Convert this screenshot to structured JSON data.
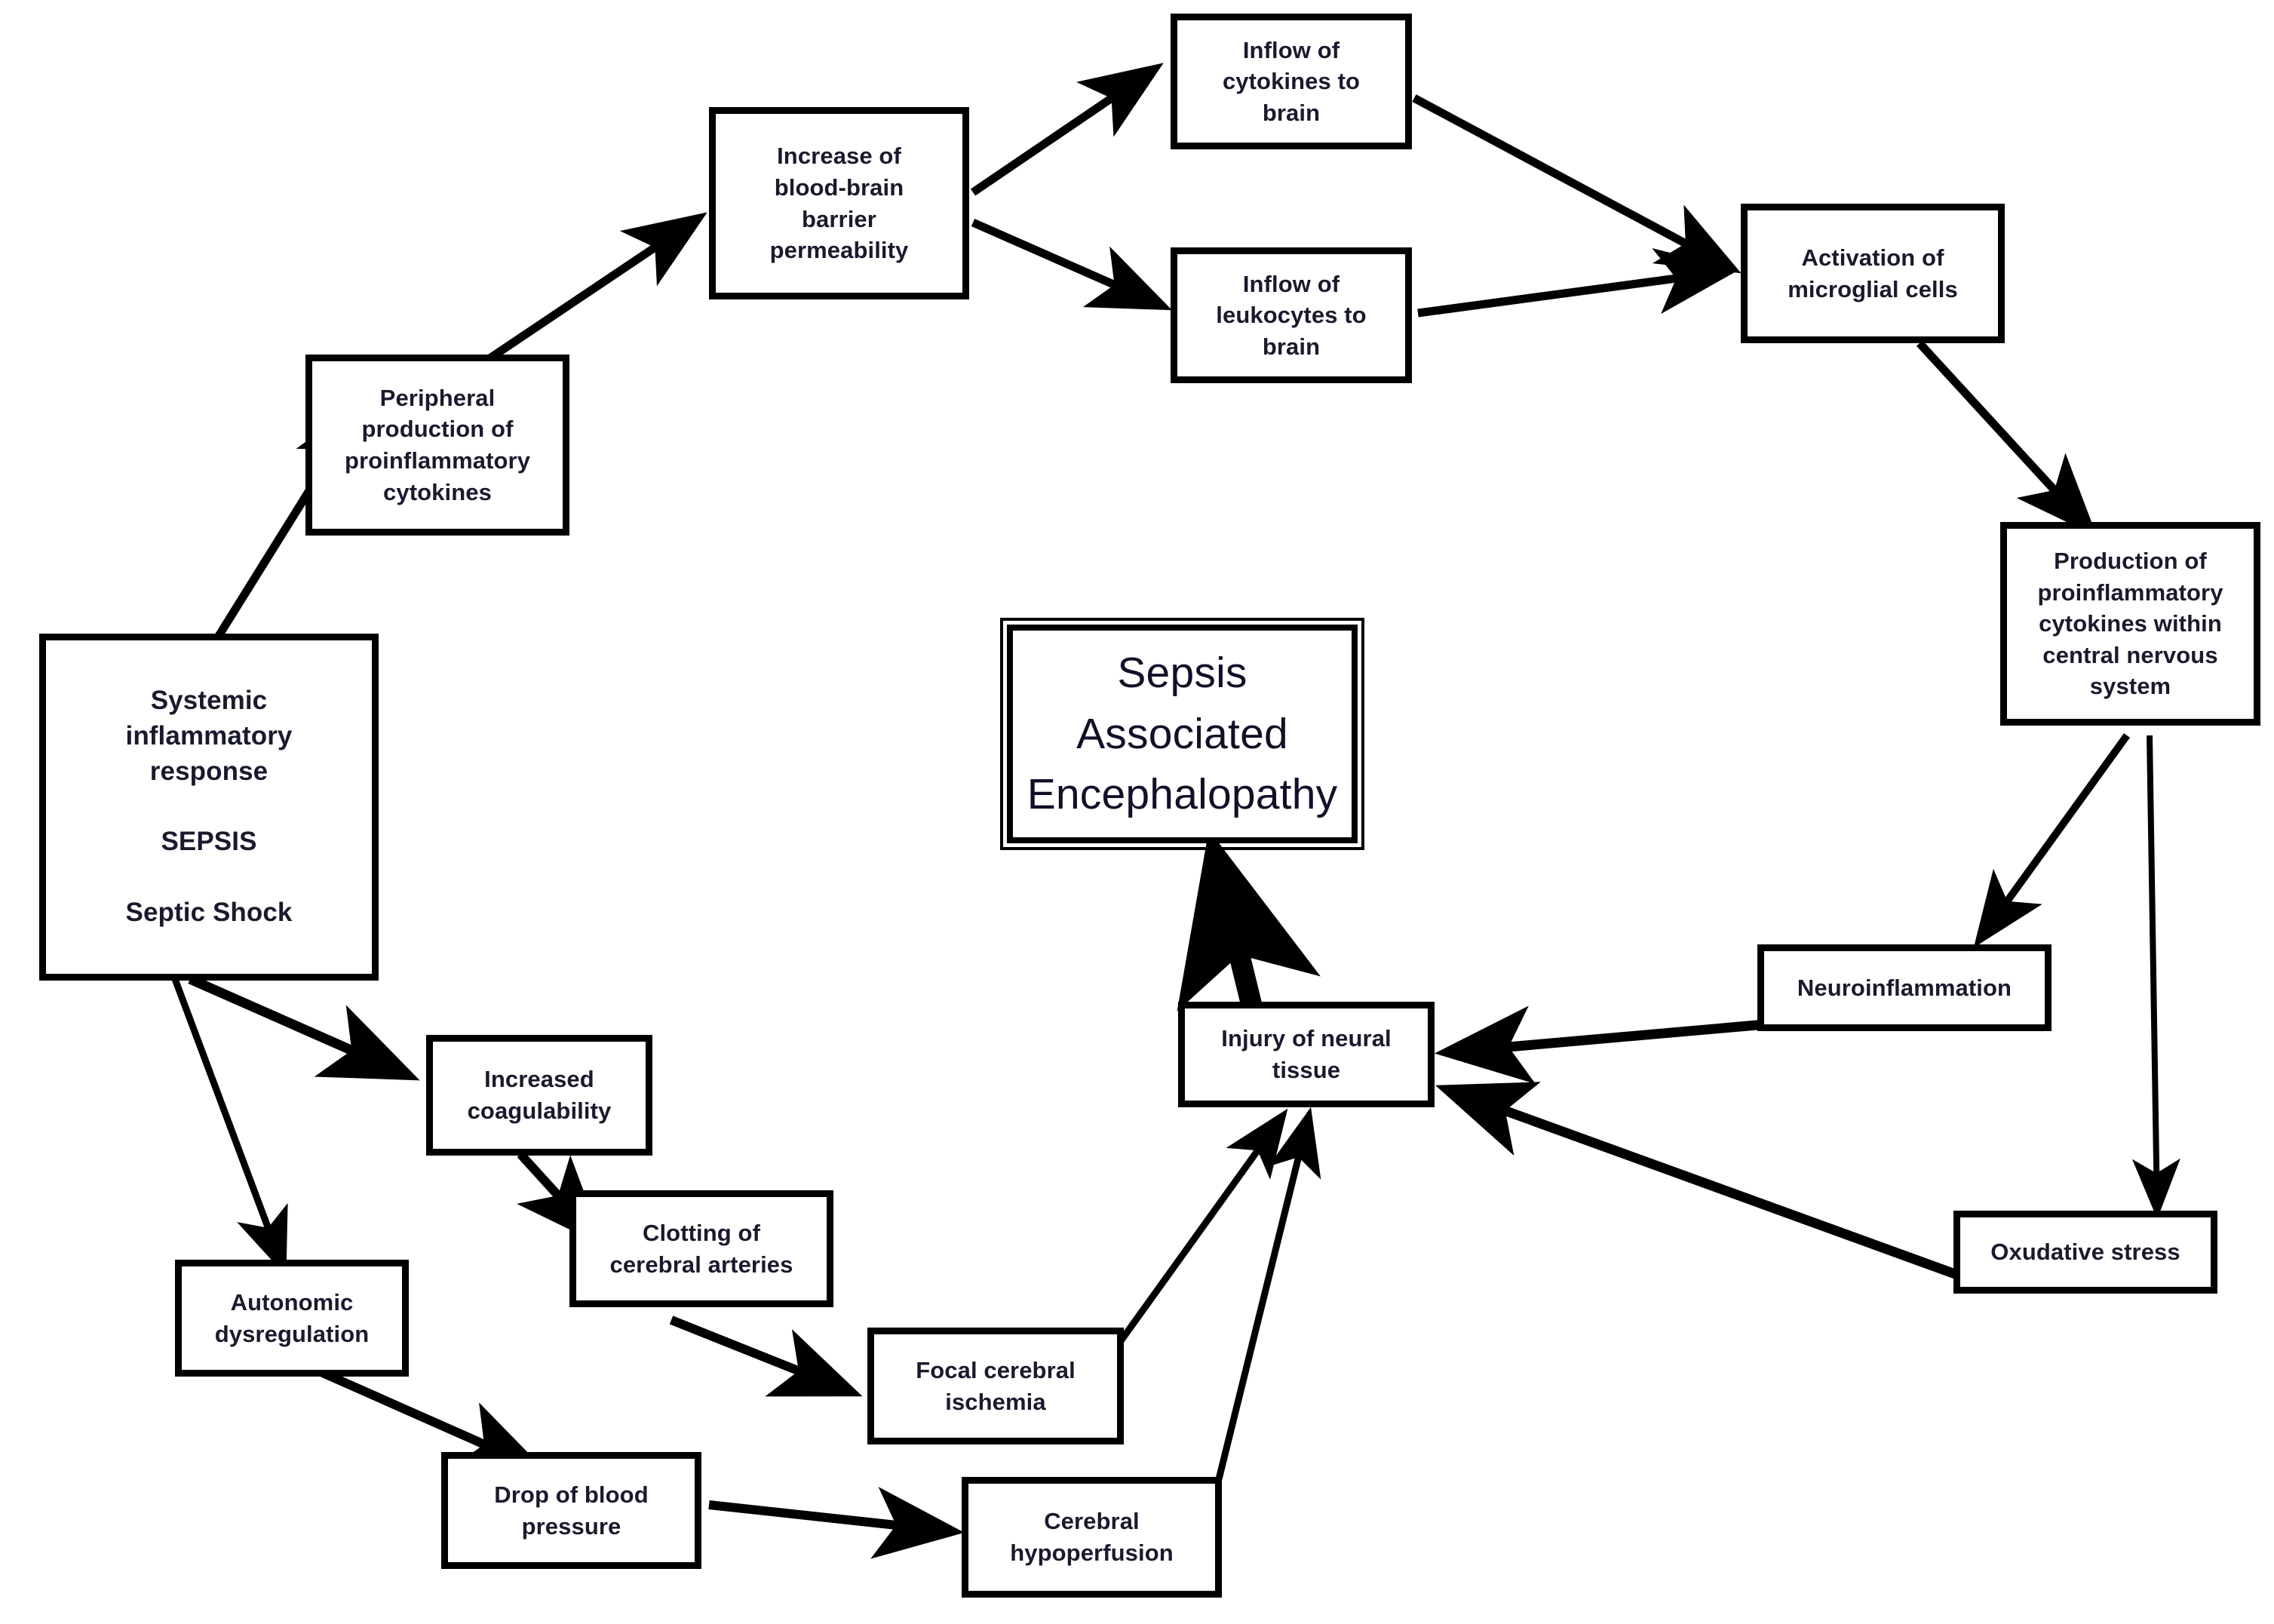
{
  "diagram": {
    "title": "Sepsis Associated Encephalopathy pathophysiology flowchart",
    "type": "flowchart",
    "line_color": "#000000",
    "box_border_color": "#000000",
    "box_fill_color": "#ffffff",
    "text_color": "#1a1a2e"
  },
  "nodes": [
    {
      "id": "systemic",
      "label": "Systemic\ninflammatory\nresponse\n\nSEPSIS\n\nSeptic Shock"
    },
    {
      "id": "peripheral",
      "label": "Peripheral\nproduction of\nproinflammatory\ncytokines"
    },
    {
      "id": "bbb",
      "label": "Increase of\nblood-brain\nbarrier\npermeability"
    },
    {
      "id": "inflow_cyto",
      "label": "Inflow of\ncytokines to\nbrain"
    },
    {
      "id": "inflow_leuko",
      "label": "Inflow of\nleukocytes to\nbrain"
    },
    {
      "id": "microglia",
      "label": "Activation of\nmicroglial cells"
    },
    {
      "id": "cns_production",
      "label": "Production of\nproinflammatory\ncytokines within\ncentral nervous\nsystem"
    },
    {
      "id": "neuroinflam",
      "label": "Neuroinflammation"
    },
    {
      "id": "oxidative",
      "label": "Oxudative stress"
    },
    {
      "id": "injury",
      "label": "Injury of neural\ntissue"
    },
    {
      "id": "sae",
      "label": "Sepsis\nAssociated\nEncephalopathy"
    },
    {
      "id": "coagulability",
      "label": "Increased\ncoagulability"
    },
    {
      "id": "clotting",
      "label": "Clotting of\ncerebral arteries"
    },
    {
      "id": "focal",
      "label": "Focal cerebral\nischemia"
    },
    {
      "id": "autonomic",
      "label": "Autonomic\ndysregulation"
    },
    {
      "id": "bp_drop",
      "label": "Drop of blood\npressure"
    },
    {
      "id": "hypoperfusion",
      "label": "Cerebral\nhypoperfusion"
    }
  ],
  "edges": [
    {
      "from": "systemic",
      "to": "peripheral"
    },
    {
      "from": "peripheral",
      "to": "bbb"
    },
    {
      "from": "bbb",
      "to": "inflow_cyto"
    },
    {
      "from": "bbb",
      "to": "inflow_leuko"
    },
    {
      "from": "inflow_cyto",
      "to": "microglia"
    },
    {
      "from": "inflow_leuko",
      "to": "microglia"
    },
    {
      "from": "microglia",
      "to": "cns_production"
    },
    {
      "from": "cns_production",
      "to": "neuroinflam"
    },
    {
      "from": "cns_production",
      "to": "oxidative"
    },
    {
      "from": "neuroinflam",
      "to": "injury"
    },
    {
      "from": "oxidative",
      "to": "injury"
    },
    {
      "from": "injury",
      "to": "sae"
    },
    {
      "from": "systemic",
      "to": "coagulability"
    },
    {
      "from": "systemic",
      "to": "autonomic"
    },
    {
      "from": "coagulability",
      "to": "clotting"
    },
    {
      "from": "clotting",
      "to": "focal"
    },
    {
      "from": "focal",
      "to": "injury"
    },
    {
      "from": "autonomic",
      "to": "bp_drop"
    },
    {
      "from": "bp_drop",
      "to": "hypoperfusion"
    },
    {
      "from": "hypoperfusion",
      "to": "injury"
    }
  ]
}
